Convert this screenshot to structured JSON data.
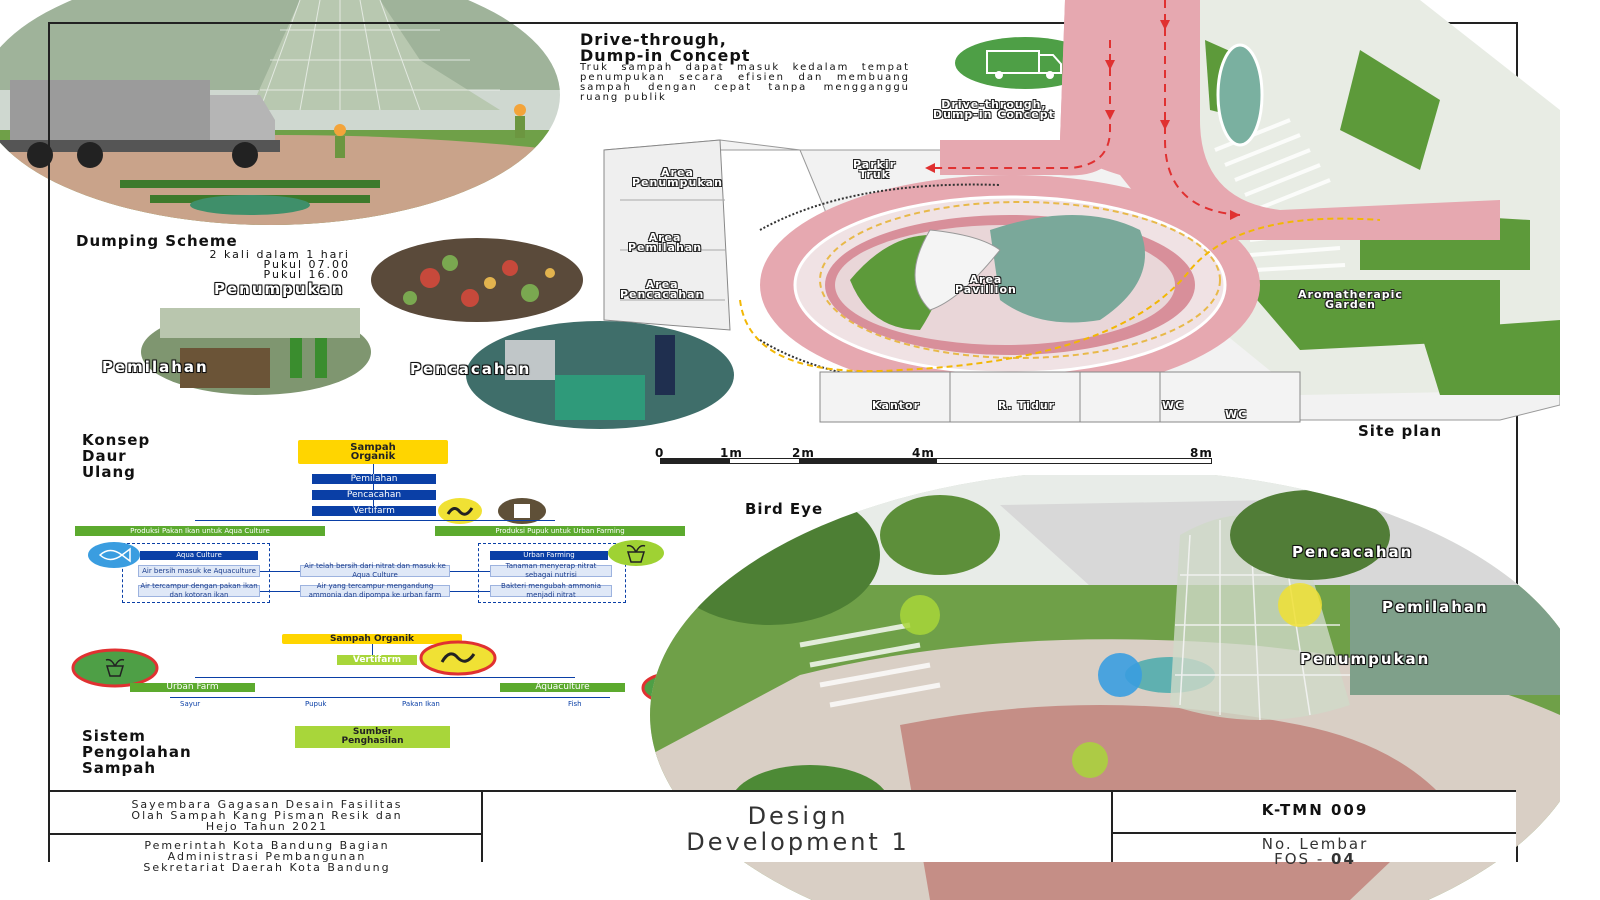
{
  "drive": {
    "title_line1": "Drive-through,",
    "title_line2": "Dump-in Concept",
    "desc": "Truk sampah dapat masuk kedalam tempat penumpukan secara efisien dan membuang sampah dengan cepat tanpa mengganggu ruang publik",
    "plan_label_line1": "Drive-through,",
    "plan_label_line2": "Dump-in Concept"
  },
  "dumping": {
    "title": "Dumping Scheme",
    "line1": "2 kali dalam 1 hari",
    "line2": "Pukul 07.00",
    "line3": "Pukul 16.00"
  },
  "photos": {
    "penumpukan": "Penumpukan",
    "pemilahan": "Pemilahan",
    "pencacahan": "Pencacahan"
  },
  "siteplan": {
    "parkir": [
      "Parkir",
      "Truk"
    ],
    "area_penumpukan": [
      "Area",
      "Penumpukan"
    ],
    "area_pemilahan": [
      "Area",
      "Pemilahan"
    ],
    "area_pencacahan": [
      "Area",
      "Pencacahan"
    ],
    "area_pavillion": [
      "Area",
      "Pavillion"
    ],
    "aromatherapic": [
      "Aromatherapic",
      "Garden"
    ],
    "kantor": "Kantor",
    "r_tidur": "R. Tidur",
    "wc1": "WC",
    "wc2": "WC",
    "title": "Site plan"
  },
  "scale": {
    "t0": "0",
    "t1": "1m",
    "t2": "2m",
    "t4": "4m",
    "t8": "8m"
  },
  "recycle": {
    "title1": "Konsep",
    "title2": "Daur",
    "title3": "Ulang",
    "sampah_organik": [
      "Sampah",
      "Organik"
    ],
    "pemilahan": "Pemilahan",
    "pencacahan": "Pencacahan",
    "vertifarm": "Vertifarm",
    "prod_pakan": "Produksi Pakan Ikan untuk Aqua Culture",
    "prod_pupuk": "Produksi Pupuk untuk Urban Farming",
    "aqua_culture": "Aqua Culture",
    "aqua_1": "Air bersih masuk ke Aquaculture",
    "aqua_2": "Air tercampur dengan pakan ikan dan kotoran ikan",
    "mid_1": "Air telah bersih dari nitrat dan masuk ke Aqua Culture",
    "mid_2": "Air yang tercampur mengandung ammonia dan dipompa ke urban farm",
    "urban_farming": "Urban Farming",
    "urban_1": "Tanaman menyerap nitrat sebagai nutrisi",
    "urban_2": "Bakteri mengubah ammonia menjadi nitrat"
  },
  "system": {
    "sampah_organik": "Sampah Organik",
    "vertifarm": "Vertifarm",
    "urban_farm": "Urban Farm",
    "aquaculture": "Aquaculture",
    "sayur": "Sayur",
    "pupuk": "Pupuk",
    "pakan_ikan": "Pakan Ikan",
    "fish": "Fish",
    "sumber": [
      "Sumber",
      "Penghasilan"
    ],
    "title1": "Sistem",
    "title2": "Pengolahan",
    "title3": "Sampah"
  },
  "birdeye": {
    "title": "Bird Eye",
    "pencacahan": "Pencacahan",
    "pemilahan": "Pemilahan",
    "penumpukan": "Penumpukan"
  },
  "titleblock": {
    "comp_l1": "Sayembara Gagasan Desain Fasilitas",
    "comp_l2": "Olah Sampah Kang Pisman Resik dan",
    "comp_l3": "Hejo Tahun 2021",
    "org_l1": "Pemerintah Kota Bandung Bagian",
    "org_l2": "Administrasi Pembangunan",
    "org_l3": "Sekretariat Daerah Kota Bandung",
    "design_l1": "Design",
    "design_l2": "Development 1",
    "code": "K-TMN 009",
    "sheet_label": "No. Lembar",
    "sheet_prefix": "FOS - ",
    "sheet_num": "04"
  },
  "colors": {
    "road": "#e6a8b0",
    "grass": "#5d9a3a",
    "water": "#7ab0a0",
    "icon_green": "#4e9f46",
    "accent_blue": "#0a3fa6",
    "accent_yellow": "#ffd500",
    "arrow_red": "#e03131"
  }
}
